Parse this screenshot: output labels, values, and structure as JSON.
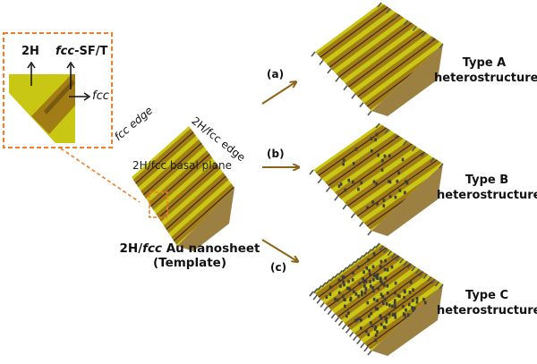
{
  "inset": {
    "label_2h": "2H",
    "label_fcc_sf_t_italic": "fcc",
    "label_fcc_sf_t_rest": "-SF/T",
    "label_fcc": "fcc"
  },
  "template": {
    "edge_left": "fcc edge",
    "edge_right": "2H/fcc edge",
    "basal_plane": "2H/fcc basal plane",
    "caption_line1_prefix": "2H/",
    "caption_line1_italic": "fcc",
    "caption_line1_suffix": " Au nanosheet",
    "caption_line2": "(Template)"
  },
  "arrows": [
    {
      "label": "(a)",
      "direction": "up-right"
    },
    {
      "label": "(b)",
      "direction": "right"
    },
    {
      "label": "(c)",
      "direction": "down-right"
    }
  ],
  "products": [
    {
      "line1": "Type A",
      "line2": "heterostructure",
      "decoration": "edge-only"
    },
    {
      "line1": "Type B",
      "line2": "heterostructure",
      "decoration": "edge-and-sparse-surface"
    },
    {
      "line1": "Type C",
      "line2": "heterostructure",
      "decoration": "edge-and-dense-surface"
    }
  ],
  "colors": {
    "light_band": "#c8c814",
    "dark_band": "#a27c14",
    "stripe_line": "#3a2a10",
    "arrow": "#8a6418",
    "dashed_box": "#f07d28",
    "rod": "#555555"
  }
}
